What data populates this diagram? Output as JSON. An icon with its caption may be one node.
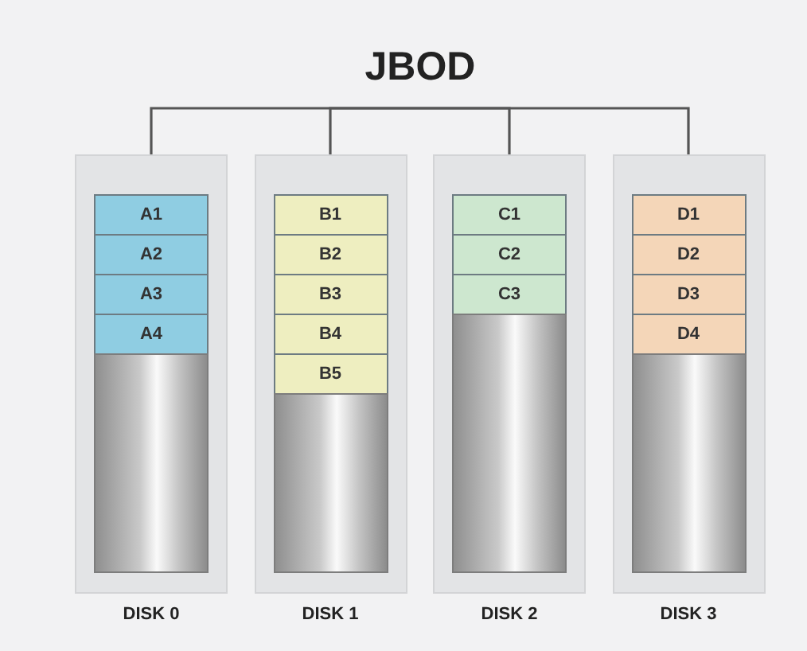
{
  "diagram": {
    "nodes": [
      {
        "text": [
          "JBOD"
        ]
      },
      {
        "text": [
          "DISK 0"
        ]
      },
      {
        "text": [
          "A1"
        ],
        "in": 1
      },
      {
        "text": [
          "A2"
        ],
        "in": 1
      },
      {
        "text": [
          "A3"
        ],
        "in": 1
      },
      {
        "text": [
          "A4"
        ],
        "in": 1
      },
      {
        "text": [],
        "shape": "cylinder",
        "in": 1
      },
      {
        "text": [
          "DISK 1"
        ]
      },
      {
        "text": [
          "B1"
        ],
        "in": 7
      },
      {
        "text": [
          "B2"
        ],
        "in": 7
      },
      {
        "text": [
          "B3"
        ],
        "in": 7
      },
      {
        "text": [
          "B4"
        ],
        "in": 7
      },
      {
        "text": [
          "B5"
        ],
        "in": 7
      },
      {
        "text": [],
        "shape": "cylinder",
        "in": 7
      },
      {
        "text": [
          "DISK 2"
        ]
      },
      {
        "text": [
          "C1"
        ],
        "in": 14
      },
      {
        "text": [
          "C2"
        ],
        "in": 14
      },
      {
        "text": [
          "C3"
        ],
        "in": 14
      },
      {
        "text": [],
        "shape": "cylinder",
        "in": 14
      },
      {
        "text": [
          "DISK 3"
        ]
      },
      {
        "text": [
          "D1"
        ],
        "in": 19
      },
      {
        "text": [
          "D2"
        ],
        "in": 19
      },
      {
        "text": [
          "D3"
        ],
        "in": 19
      },
      {
        "text": [
          "D4"
        ],
        "in": 19
      },
      {
        "text": [],
        "shape": "cylinder",
        "in": 19
      }
    ],
    "edges": [
      {
        "from": 0,
        "to": 1,
        "arrow": "none"
      },
      {
        "from": 0,
        "to": 7,
        "arrow": "none"
      },
      {
        "from": 0,
        "to": 14,
        "arrow": "none"
      },
      {
        "from": 0,
        "to": 19,
        "arrow": "none"
      }
    ]
  }
}
